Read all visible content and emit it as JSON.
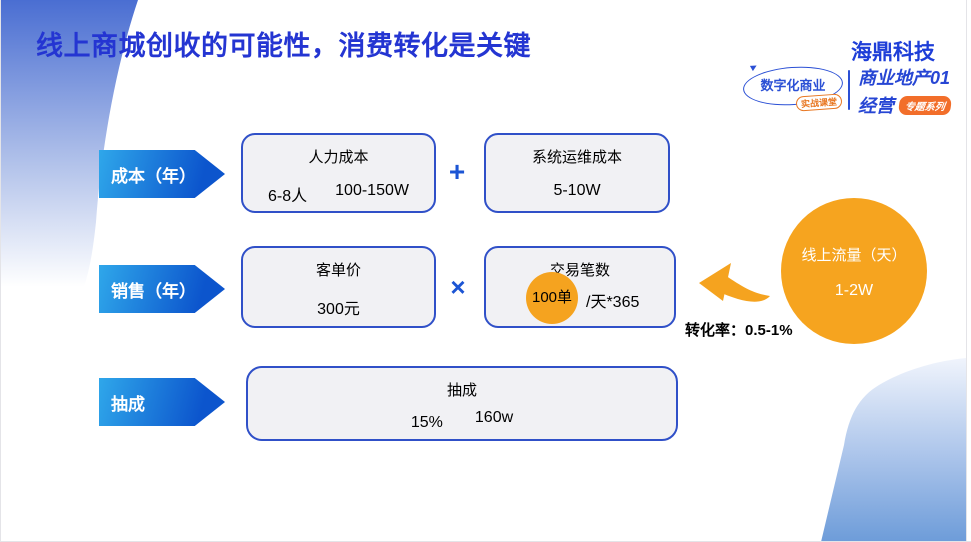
{
  "slide": {
    "title": "线上商城创收的可能性，消费转化是关键"
  },
  "brand": {
    "company": "海鼎科技",
    "stamp_main": "数字化商业",
    "stamp_sub": "实战课堂",
    "series_line1": "商业地产01",
    "series_line2": "经营",
    "series_tag": "专题系列"
  },
  "rows": [
    {
      "label": "成本（年）",
      "operator": "+",
      "box1": {
        "title": "人力成本",
        "v1": "6-8人",
        "v2": "100-150W"
      },
      "box2": {
        "title": "系统运维成本",
        "v1": "5-10W"
      }
    },
    {
      "label": "销售（年）",
      "operator": "×",
      "box1": {
        "title": "客单价",
        "v1": "300元"
      },
      "box2": {
        "title": "交易笔数",
        "highlight": "100单",
        "suffix": "/天*365"
      }
    },
    {
      "label": "抽成",
      "box1": {
        "title": "抽成",
        "v1": "15%",
        "v2": "160w"
      }
    }
  ],
  "right_panel": {
    "circle_line1": "线上流量（天）",
    "circle_line2": "1-2W",
    "conversion_label": "转化率：0.5-1%"
  },
  "colors": {
    "title_blue": "#2435d2",
    "brand_blue": "#1e3ed8",
    "box_border_blue": "#3050c8",
    "box_fill_gray": "#f1f1f4",
    "arrow_gradient_start": "#2fa7ea",
    "arrow_gradient_end": "#0c55cd",
    "accent_orange": "#f5a31f",
    "tag_orange": "#f26e2a"
  }
}
